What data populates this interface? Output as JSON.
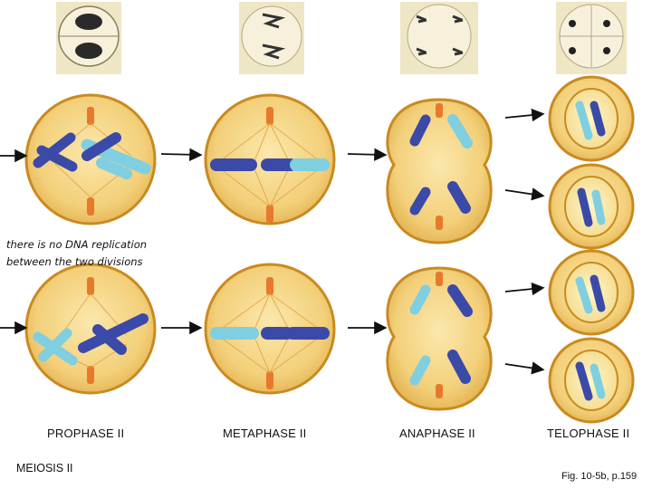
{
  "note": {
    "line1": "there is no DNA replication",
    "line2": "between the two divisions"
  },
  "phases": [
    "PROPHASE II",
    "METAPHASE II",
    "ANAPHASE II",
    "TELOPHASE II"
  ],
  "process_label": "MEIOSIS II",
  "figure_ref": "Fig. 10-5b, p.159",
  "colors": {
    "cell_fill": "#f6d98a",
    "cell_rim": "#c98a1f",
    "chrom_dark": "#3b4aa8",
    "chrom_light": "#7fcfe0",
    "centrosome": "#e9792a",
    "micrograph_bg": "#f0ead0"
  }
}
